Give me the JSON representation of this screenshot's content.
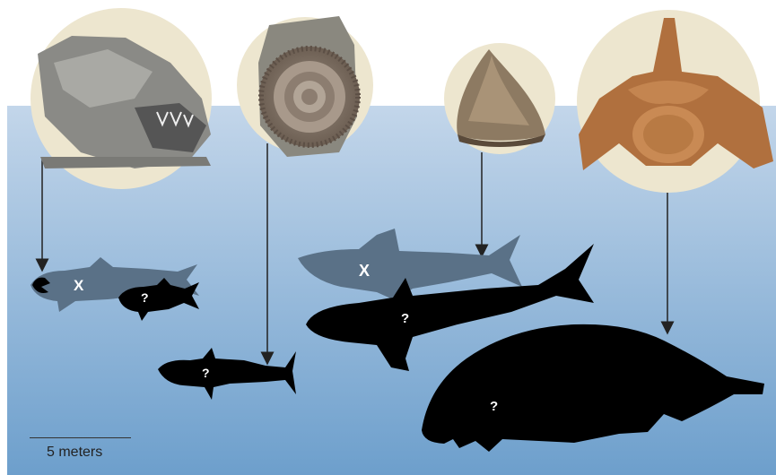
{
  "labels": {
    "dunkleosteus_known": "X",
    "dunkleosteus_unknown": "?",
    "ammonite_unknown": "?",
    "megalodon_known": "X",
    "megalodon_unknown": "?",
    "vertebra_unknown": "?"
  },
  "scale": {
    "label": "5 meters"
  },
  "colors": {
    "water_top": "#c3d6ea",
    "water_bottom": "#6d9fcc",
    "fossil_circle": "#ede6cf",
    "known_silhouette": "#5a7187",
    "unknown_silhouette": "#000000",
    "arrow": "#222222"
  }
}
